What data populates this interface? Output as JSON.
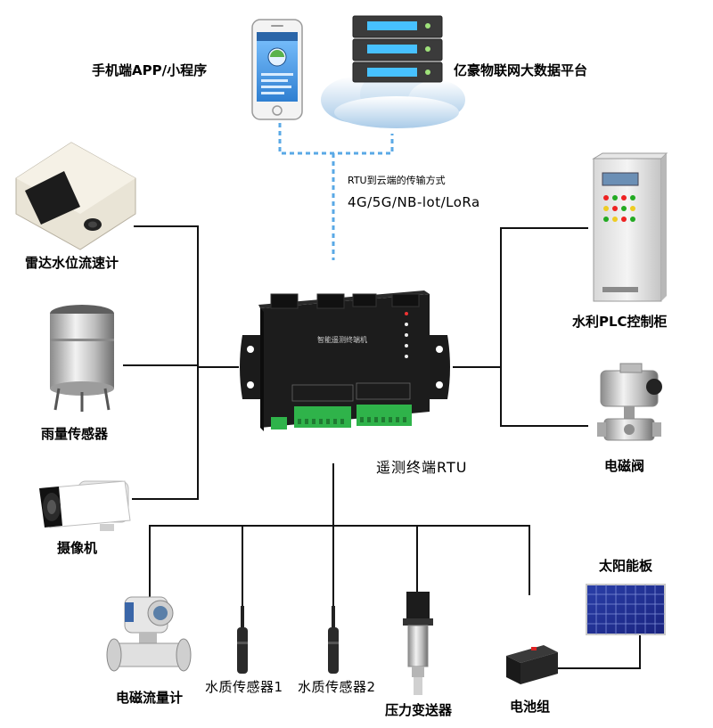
{
  "top": {
    "phone_label": "手机端APP/小程序",
    "platform_label": "亿豪物联网大数据平台",
    "transmission_title": "RTU到云端的传输方式",
    "transmission_modes": "4G/5G/NB-lot/LoRa"
  },
  "center": {
    "rtu_label": "遥测终端RTU",
    "rtu_face_text": "智能遥测终端机"
  },
  "left": {
    "radar_label": "雷达水位流速计",
    "rain_label": "雨量传感器",
    "camera_label": "摄像机"
  },
  "right": {
    "plc_label": "水利PLC控制柜",
    "valve_label": "电磁阀"
  },
  "bottom": {
    "flowmeter_label": "电磁流量计",
    "wq1_label": "水质传感器1",
    "wq2_label": "水质传感器2",
    "pressure_label": "压力变送器",
    "battery_label": "电池组",
    "solar_label": "太阳能板"
  },
  "colors": {
    "wire": "#111111",
    "cloud_link": "#5aa9e6",
    "rtu_body": "#1c1c1c",
    "terminal_green": "#2fb34a"
  }
}
